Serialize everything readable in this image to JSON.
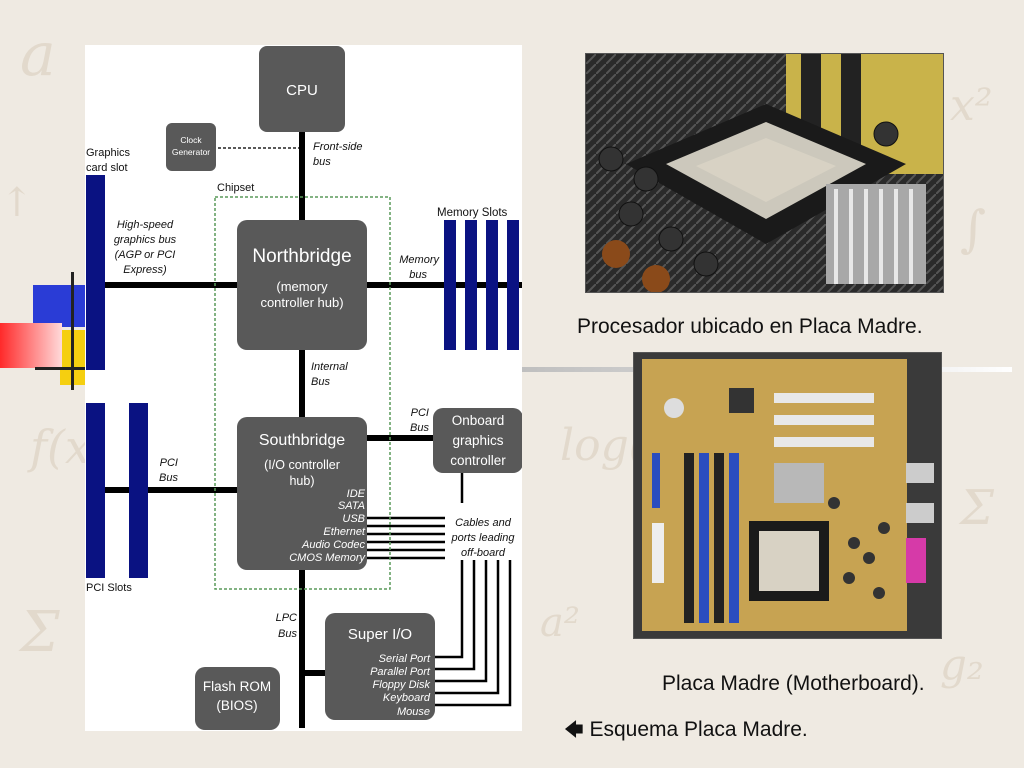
{
  "diagram": {
    "cpu": "CPU",
    "clock_line1": "Clock",
    "clock_line2": "Generator",
    "front_side_line1": "Front-side",
    "front_side_line2": "bus",
    "chipset": "Chipset",
    "graphics_slot_line1": "Graphics",
    "graphics_slot_line2": "card slot",
    "hs_bus_line1": "High-speed",
    "hs_bus_line2": "graphics bus",
    "hs_bus_line3": "(AGP or PCI",
    "hs_bus_line4": "Express)",
    "northbridge": "Northbridge",
    "nb_sub_line1": "(memory",
    "nb_sub_line2": "controller hub)",
    "memory_slots": "Memory Slots",
    "memory_bus_line1": "Memory",
    "memory_bus_line2": "bus",
    "internal_bus_line1": "Internal",
    "internal_bus_line2": "Bus",
    "southbridge": "Southbridge",
    "sb_sub_line1": "(I/O controller",
    "sb_sub_line2": "hub)",
    "sb_items": [
      "IDE",
      "SATA",
      "USB",
      "Ethernet",
      "Audio Codec",
      "CMOS Memory"
    ],
    "pci_bus_left_line1": "PCI",
    "pci_bus_left_line2": "Bus",
    "pci_bus_right_line1": "PCI",
    "pci_bus_right_line2": "Bus",
    "pci_slots": "PCI Slots",
    "onboard_line1": "Onboard",
    "onboard_line2": "graphics",
    "onboard_line3": "controller",
    "cables_line1": "Cables and",
    "cables_line2": "ports leading",
    "cables_line3": "off-board",
    "lpc_line1": "LPC",
    "lpc_line2": "Bus",
    "super_io": "Super I/O",
    "sio_items": [
      "Serial Port",
      "Parallel Port",
      "Floppy Disk",
      "Keyboard",
      "Mouse"
    ],
    "flash_line1": "Flash ROM",
    "flash_line2": "(BIOS)"
  },
  "captions": {
    "processor": "Procesador ubicado en Placa Madre.",
    "motherboard": "Placa Madre (Motherboard).",
    "scheme": "Esquema Placa Madre.",
    "arrow_icon": "🡄"
  },
  "colors": {
    "box": "#595959",
    "bus": "#000000",
    "slot": "#0a1282",
    "chipset_border": "#5a9a5a"
  }
}
